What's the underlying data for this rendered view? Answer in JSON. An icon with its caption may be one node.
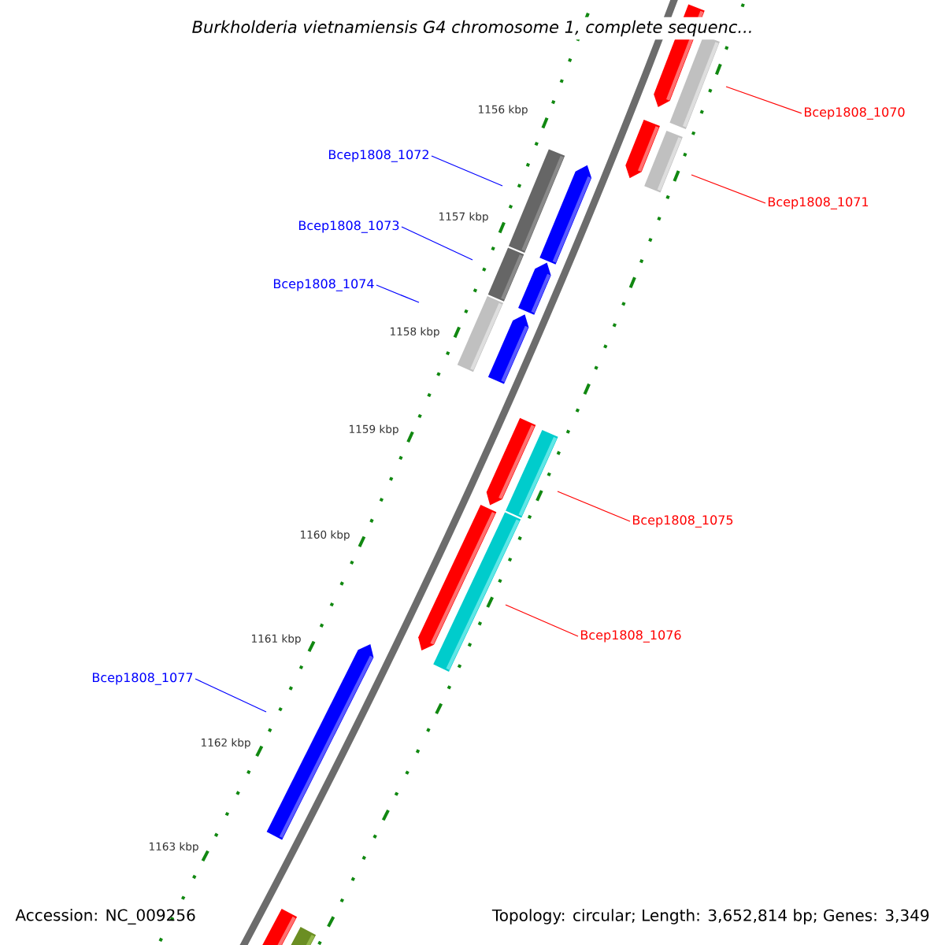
{
  "diagram": {
    "title": "Burkholderia vietnamiensis G4 chromosome 1, complete sequenc...",
    "nodes": [
      {
        "text": [
          "Bcep1808_1070"
        ]
      },
      {
        "text": [
          "Bcep1808_1071"
        ]
      },
      {
        "text": [
          "Bcep1808_1072"
        ]
      },
      {
        "text": [
          "Bcep1808_1073"
        ]
      },
      {
        "text": [
          "Bcep1808_1074"
        ]
      },
      {
        "text": [
          "Bcep1808_1075"
        ]
      },
      {
        "text": [
          "Bcep1808_1076"
        ]
      },
      {
        "text": [
          "Bcep1808_1077"
        ]
      }
    ],
    "edges": [
      {
        "from": 0,
        "to": null,
        "arrow": "none",
        "color": "#ff0000"
      },
      {
        "from": 1,
        "to": null,
        "arrow": "none",
        "color": "#ff0000"
      },
      {
        "from": 2,
        "to": null,
        "arrow": "none",
        "color": "#0000ff"
      },
      {
        "from": 3,
        "to": null,
        "arrow": "none",
        "color": "#0000ff"
      },
      {
        "from": 4,
        "to": null,
        "arrow": "none",
        "color": "#0000ff"
      },
      {
        "from": 5,
        "to": null,
        "arrow": "none",
        "color": "#ff0000"
      },
      {
        "from": 6,
        "to": null,
        "arrow": "none",
        "color": "#ff0000"
      },
      {
        "from": 7,
        "to": null,
        "arrow": "none",
        "color": "#0000ff"
      }
    ],
    "labels": [
      "1156 kbp",
      "1157 kbp",
      "1158 kbp",
      "1159 kbp",
      "1160 kbp",
      "1161 kbp",
      "1162 kbp",
      "1163 kbp",
      "Accession: NC_009256",
      "Topology: circular; Length: 3,652,814 bp; Genes: 3,349"
    ]
  }
}
